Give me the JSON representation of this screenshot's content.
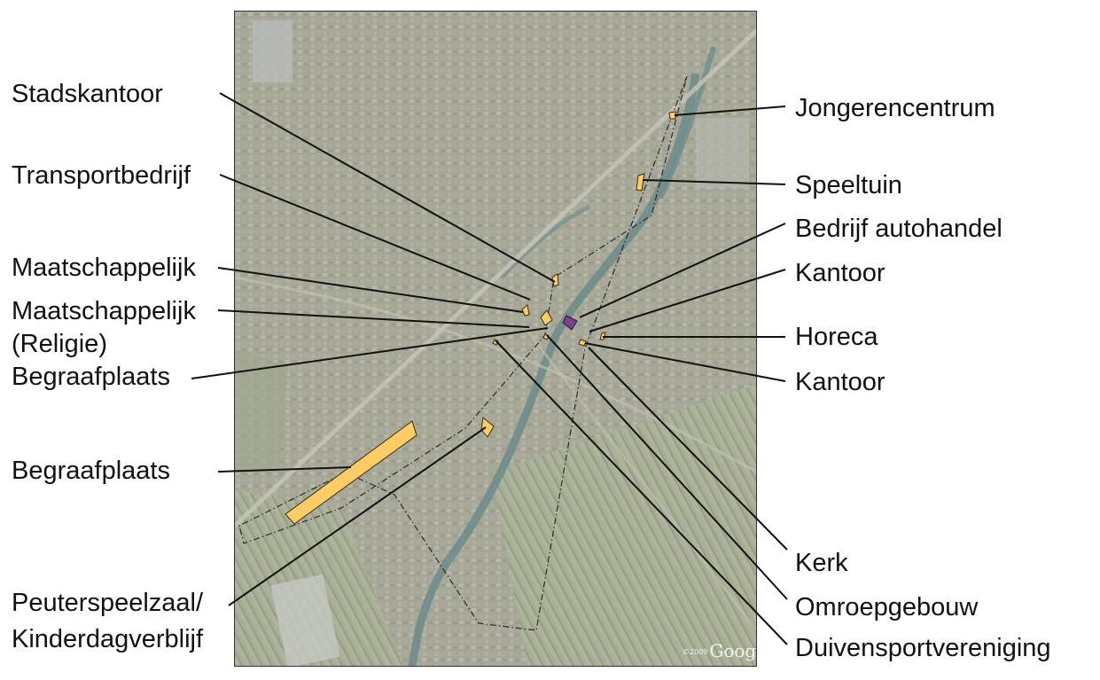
{
  "map": {
    "attribution": "Google",
    "attribution_prefix": "©2009",
    "base_colors": {
      "urban": "#a7a99a",
      "fields": "#a7b095",
      "water": "#6f8b8a",
      "highlight_fill": "#ffcc66",
      "highlight_stroke": "#3b2f14",
      "purple_fill": "#7a3f91"
    }
  },
  "labels_left": [
    {
      "id": "stadskantoor",
      "text": "Stadskantoor"
    },
    {
      "id": "transportbedrijf",
      "text": "Transportbedrijf"
    },
    {
      "id": "maatschappelijk",
      "text": "Maatschappelijk"
    },
    {
      "id": "maatschappelijk-religie",
      "text": "Maatschappelijk"
    },
    {
      "id": "religie",
      "text": "(Religie)"
    },
    {
      "id": "begraafplaats-1",
      "text": "Begraafplaats"
    },
    {
      "id": "begraafplaats-2",
      "text": "Begraafplaats"
    },
    {
      "id": "peuterspeelzaal",
      "text": "Peuterspeelzaal/"
    },
    {
      "id": "kinderdagverblijf",
      "text": "Kinderdagverblijf"
    }
  ],
  "labels_right": [
    {
      "id": "jongerencentrum",
      "text": "Jongerencentrum"
    },
    {
      "id": "speeltuin",
      "text": "Speeltuin"
    },
    {
      "id": "bedrijf-autohandel",
      "text": "Bedrijf autohandel"
    },
    {
      "id": "kantoor-1",
      "text": "Kantoor"
    },
    {
      "id": "horeca",
      "text": "Horeca"
    },
    {
      "id": "kantoor-2",
      "text": "Kantoor"
    },
    {
      "id": "kerk",
      "text": "Kerk"
    },
    {
      "id": "omroepgebouw",
      "text": "Omroepgebouw"
    },
    {
      "id": "duivensportvereniging",
      "text": "Duivensportvereniging"
    }
  ]
}
